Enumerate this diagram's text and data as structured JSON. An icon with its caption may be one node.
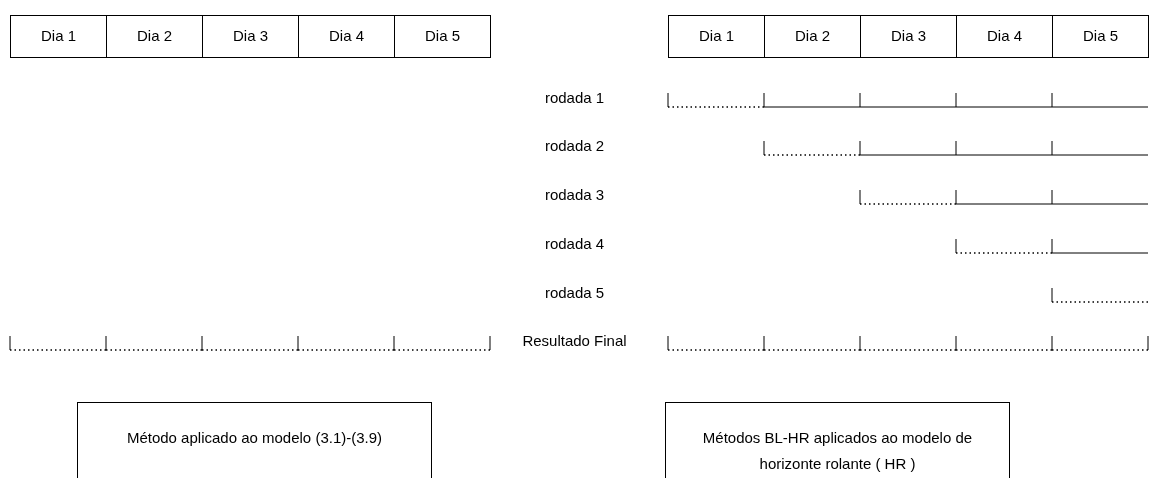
{
  "diagram": {
    "nodes": [
      {
        "text": [
          "Dia 1"
        ]
      },
      {
        "text": [
          "Dia 2"
        ]
      },
      {
        "text": [
          "Dia 3"
        ]
      },
      {
        "text": [
          "Dia 4"
        ]
      },
      {
        "text": [
          "Dia 5"
        ]
      },
      {
        "text": [
          "Dia 1"
        ]
      },
      {
        "text": [
          "Dia 2"
        ]
      },
      {
        "text": [
          "Dia 3"
        ]
      },
      {
        "text": [
          "Dia 4"
        ]
      },
      {
        "text": [
          "Dia 5"
        ]
      },
      {
        "text": [
          "Método aplicado ao modelo (3.1)-(3.9)"
        ]
      },
      {
        "text": [
          "Métodos BL-HR aplicados ao modelo de horizonte rolante ( HR )"
        ]
      }
    ],
    "labels": [
      "rodada 1",
      "rodada 2",
      "rodada 3",
      "rodada 4",
      "rodada 5",
      "Resultado Final"
    ]
  }
}
